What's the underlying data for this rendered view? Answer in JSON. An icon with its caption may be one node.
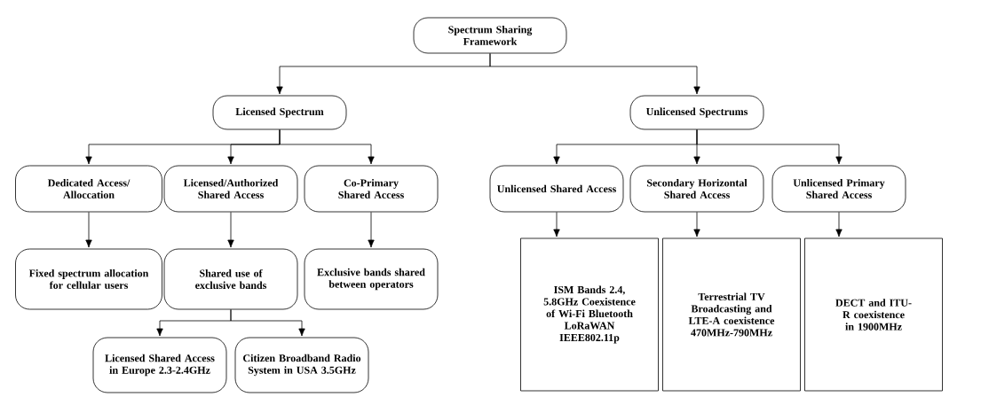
{
  "diagram": {
    "nodes": [
      {
        "text": [
          "Spectrum Sharing Framework"
        ]
      },
      {
        "text": [
          "Licensed Spectrum"
        ]
      },
      {
        "text": [
          "Unlicensed Spectrums"
        ]
      },
      {
        "text": [
          "Dedicated Access/ Alloccation"
        ]
      },
      {
        "text": [
          "Licensed/Authorized Shared Access"
        ]
      },
      {
        "text": [
          "Co-Primary Shared Access"
        ]
      },
      {
        "text": [
          "Unlicensed Shared Access"
        ]
      },
      {
        "text": [
          "Secondary Horizontal Shared Access"
        ]
      },
      {
        "text": [
          "Unlicensed Primary Shared Access"
        ]
      },
      {
        "text": [
          "Fixed spectrum allocation for cellular users"
        ]
      },
      {
        "text": [
          "Shared use of exclusive bands"
        ]
      },
      {
        "text": [
          "Exclusive bands shared between operators"
        ]
      },
      {
        "text": [
          "ISM Bands 2.4, 5.8GHz Coexistence of Wi-Fi Bluetooth LoRaWAN IEEE802.11p"
        ]
      },
      {
        "text": [
          "Terrestrial TV Broadcasting and LTE-A coexistence 470MHz-790MHz"
        ]
      },
      {
        "text": [
          "DECT and ITU-R coexistence in 1900MHz"
        ]
      },
      {
        "text": [
          "Licensed Shared Access in Europe 2.3-2.4GHz"
        ]
      },
      {
        "text": [
          "Citizen Broadband Radio System in USA 3.5GHz"
        ]
      }
    ],
    "edges": [
      {
        "from": 0,
        "to": 1,
        "arrow": "to"
      },
      {
        "from": 0,
        "to": 2,
        "arrow": "to"
      },
      {
        "from": 1,
        "to": 3,
        "arrow": "to"
      },
      {
        "from": 1,
        "to": 4,
        "arrow": "to"
      },
      {
        "from": 1,
        "to": 5,
        "arrow": "to"
      },
      {
        "from": 2,
        "to": 6,
        "arrow": "to"
      },
      {
        "from": 2,
        "to": 7,
        "arrow": "to"
      },
      {
        "from": 2,
        "to": 8,
        "arrow": "to"
      },
      {
        "from": 3,
        "to": 9,
        "arrow": "to"
      },
      {
        "from": 4,
        "to": 10,
        "arrow": "to"
      },
      {
        "from": 5,
        "to": 11,
        "arrow": "to"
      },
      {
        "from": 6,
        "to": 12,
        "arrow": "to"
      },
      {
        "from": 7,
        "to": 13,
        "arrow": "to"
      },
      {
        "from": 8,
        "to": 14,
        "arrow": "to"
      },
      {
        "from": 10,
        "to": 15,
        "arrow": "to"
      },
      {
        "from": 10,
        "to": 16,
        "arrow": "to"
      }
    ]
  }
}
